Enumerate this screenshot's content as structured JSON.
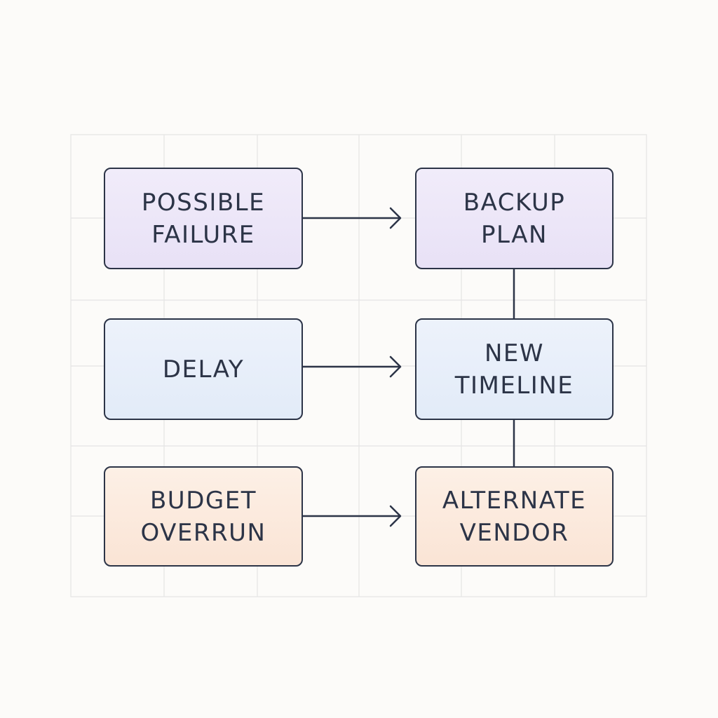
{
  "diagram": {
    "nodes": {
      "possible_failure": {
        "label": "POSSIBLE\nFAILURE",
        "color": "#ece6f8"
      },
      "backup_plan": {
        "label": "BACKUP\nPLAN",
        "color": "#ece6f8"
      },
      "delay": {
        "label": "DELAY",
        "color": "#e6eef9"
      },
      "new_timeline": {
        "label": "NEW\nTIMELINE",
        "color": "#e6eef9"
      },
      "budget_overrun": {
        "label": "BUDGET\nOVERRUN",
        "color": "#fbeadd"
      },
      "alternate_vendor": {
        "label": "ALTERNATE\nVENDOR",
        "color": "#fbeadd"
      }
    },
    "edges": [
      {
        "from": "POSSIBLE FAILURE",
        "to": "BACKUP PLAN",
        "type": "arrow"
      },
      {
        "from": "DELAY",
        "to": "NEW TIMELINE",
        "type": "arrow"
      },
      {
        "from": "BUDGET OVERRUN",
        "to": "ALTERNATE VENDOR",
        "type": "arrow"
      },
      {
        "from": "BACKUP PLAN",
        "to": "NEW TIMELINE",
        "type": "line"
      },
      {
        "from": "NEW TIMELINE",
        "to": "ALTERNATE VENDOR",
        "type": "line"
      }
    ],
    "colors": {
      "stroke": "#2c3447",
      "grid": "#e3e3e3",
      "background": "#fcfbf9"
    }
  }
}
